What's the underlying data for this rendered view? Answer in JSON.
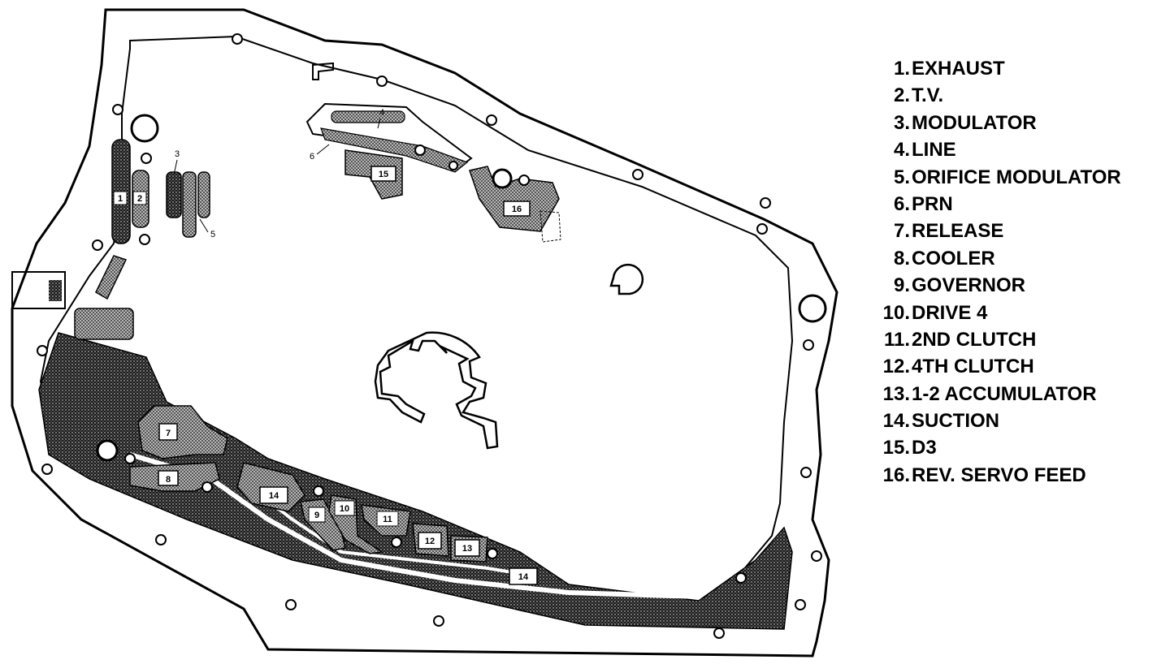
{
  "legend": [
    {
      "num": "1.",
      "label": "EXHAUST"
    },
    {
      "num": "2.",
      "label": "T.V."
    },
    {
      "num": "3.",
      "label": "MODULATOR"
    },
    {
      "num": "4.",
      "label": "LINE"
    },
    {
      "num": "5.",
      "label": "ORIFICE MODULATOR"
    },
    {
      "num": "6.",
      "label": "PRN"
    },
    {
      "num": "7.",
      "label": "RELEASE"
    },
    {
      "num": "8.",
      "label": "COOLER"
    },
    {
      "num": "9.",
      "label": "GOVERNOR"
    },
    {
      "num": "10.",
      "label": "DRIVE 4"
    },
    {
      "num": "11.",
      "label": "2ND CLUTCH"
    },
    {
      "num": "12.",
      "label": "4TH CLUTCH"
    },
    {
      "num": "13.",
      "label": "1-2 ACCUMULATOR"
    },
    {
      "num": "14.",
      "label": "SUCTION"
    },
    {
      "num": "15.",
      "label": "D3"
    },
    {
      "num": "16.",
      "label": "REV. SERVO FEED"
    }
  ],
  "callouts": {
    "c1": "1",
    "c2": "2",
    "c3": "3",
    "c4": "4",
    "c5": "5",
    "c6": "6",
    "c7": "7",
    "c8": "8",
    "c9": "9",
    "c10": "10",
    "c11": "11",
    "c12": "12",
    "c13": "13",
    "c14a": "14",
    "c14b": "14",
    "c15": "15",
    "c16": "16"
  },
  "colors": {
    "ink": "#000000",
    "paper": "#ffffff",
    "hatch": "#333333"
  }
}
